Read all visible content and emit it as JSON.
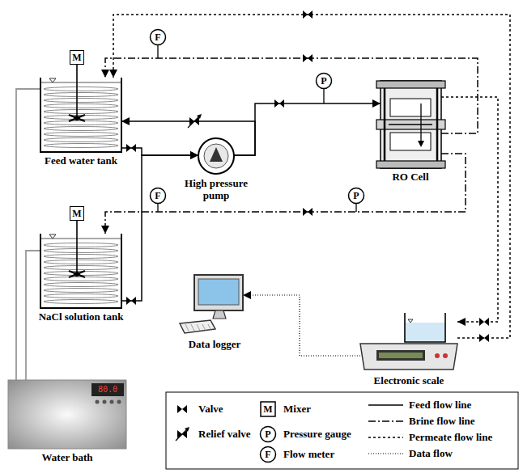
{
  "diagram": {
    "nodes": [
      {
        "text": [
          "M"
        ]
      },
      {
        "text": [
          "Feed water tank"
        ]
      },
      {
        "text": [
          "F"
        ]
      },
      {
        "text": [
          "High pressure pump"
        ]
      },
      {
        "text": [
          "P"
        ]
      },
      {
        "text": [
          "RO Cell"
        ]
      },
      {
        "text": [
          "F"
        ]
      },
      {
        "text": [
          "P"
        ]
      },
      {
        "text": [
          "M"
        ]
      },
      {
        "text": [
          "NaCl solution tank"
        ]
      },
      {
        "text": [
          "Data logger"
        ]
      },
      {
        "text": [
          "Electronic scale"
        ]
      },
      {
        "text": [
          "Water bath"
        ]
      }
    ],
    "edges": [
      {
        "from": 1,
        "to": 3,
        "arrow": "to"
      },
      {
        "from": 9,
        "to": 3,
        "arrow": "to"
      },
      {
        "from": 3,
        "to": 5,
        "arrow": "to"
      },
      {
        "from": 3,
        "to": 1,
        "arrow": "to"
      },
      {
        "from": 5,
        "to": 1,
        "arrow": "to"
      },
      {
        "from": 5,
        "to": 9,
        "arrow": "to"
      },
      {
        "from": 5,
        "to": 11,
        "arrow": "to"
      },
      {
        "from": 11,
        "to": 1,
        "arrow": "to"
      },
      {
        "from": 11,
        "to": 10,
        "arrow": "to"
      },
      {
        "from": 12,
        "to": 1,
        "arrow": "none"
      },
      {
        "from": 12,
        "to": 9,
        "arrow": "none"
      }
    ],
    "labels": [
      "80.0",
      "M",
      "P",
      "F"
    ],
    "legend": [
      {
        "text": "Valve"
      },
      {
        "text": "Mixer"
      },
      {
        "text": "Feed flow line"
      },
      {
        "text": "Relief valve"
      },
      {
        "text": "Pressure gauge"
      },
      {
        "text": "Brine flow line"
      },
      {
        "text": "Flow meter"
      },
      {
        "text": "Permeate flow line"
      },
      {
        "text": "Data flow"
      }
    ]
  }
}
